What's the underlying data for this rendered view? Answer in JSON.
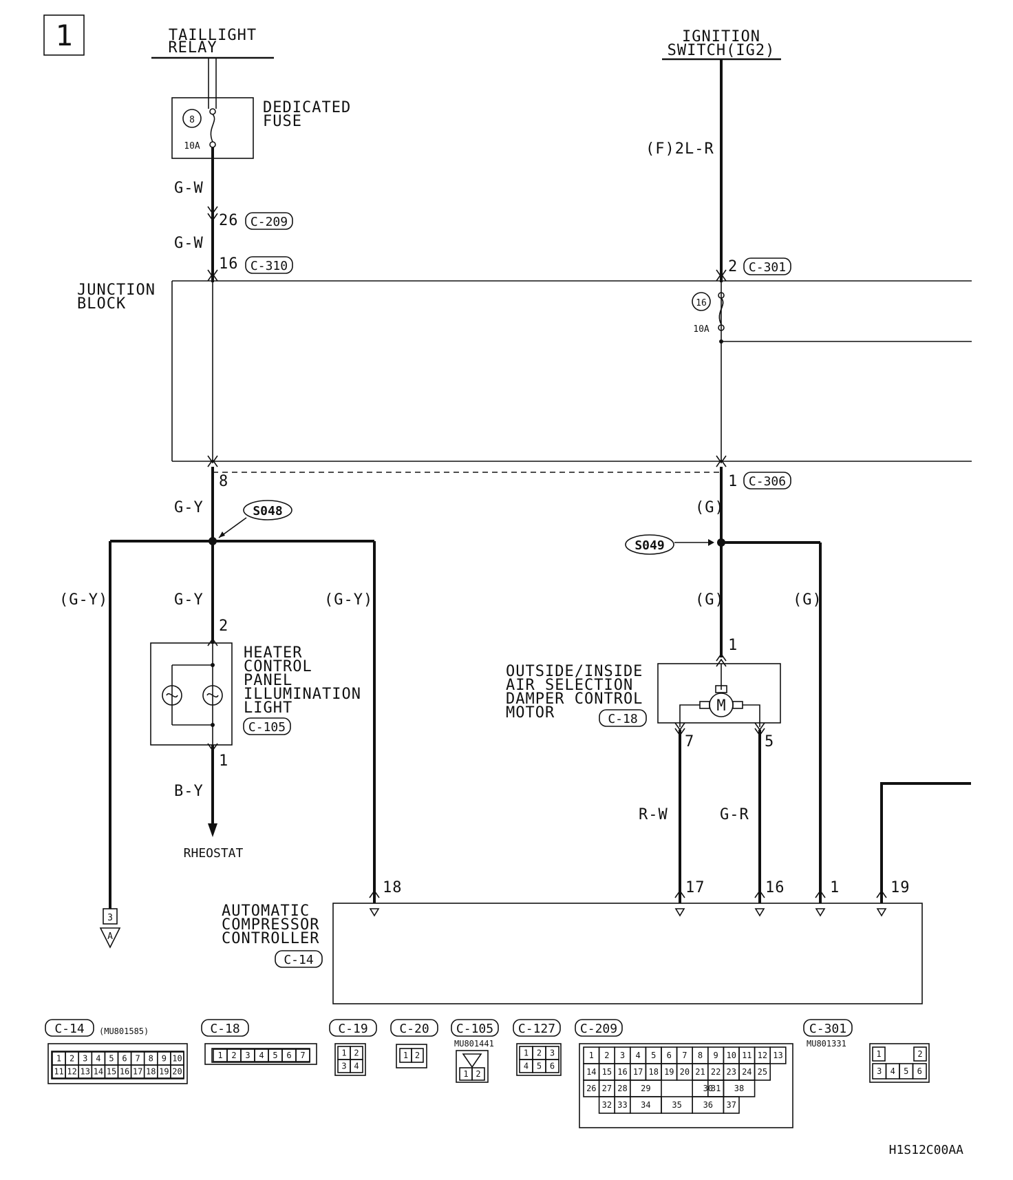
{
  "page_number": "1",
  "sources": {
    "taillight_relay": [
      "TAILLIGHT",
      "RELAY"
    ],
    "ignition_switch": [
      "IGNITION",
      "SWITCH(IG2)"
    ]
  },
  "dedicated_fuse": {
    "title": [
      "DEDICATED",
      "FUSE"
    ],
    "number": "8",
    "rating": "10A"
  },
  "junction_fuse": {
    "number": "16",
    "rating": "10A"
  },
  "junction_block": [
    "JUNCTION",
    "BLOCK"
  ],
  "wires": {
    "g_w_1": "G-W",
    "g_w_2": "G-W",
    "f_2l_r": "(F)2L-R",
    "g_y_main": "G-Y",
    "g_y_left": "(G-Y)",
    "g_y_mid": "G-Y",
    "g_y_right": "(G-Y)",
    "g_1": "(G)",
    "g_2": "(G)",
    "g_3": "(G)",
    "b_y": "B-Y",
    "r_w": "R-W",
    "g_r": "G-R"
  },
  "pins": {
    "p26": "26",
    "p16": "16",
    "p2_ign": "2",
    "p8": "8",
    "p1_306": "1",
    "p2_heater": "2",
    "p1_heater": "1",
    "p1_motor": "1",
    "p7": "7",
    "p5": "5",
    "p18": "18",
    "p17": "17",
    "p16b": "16",
    "p1b": "1",
    "p19": "19"
  },
  "connectors": {
    "c209": "C-209",
    "c310": "C-310",
    "c301": "C-301",
    "c306": "C-306",
    "c105": "C-105",
    "c18": "C-18",
    "c14": "C-14"
  },
  "splices": {
    "s048": "S048",
    "s049": "S049"
  },
  "heater": [
    "HEATER",
    "CONTROL",
    "PANEL",
    "ILLUMINATION",
    "LIGHT"
  ],
  "rheostat": "RHEOSTAT",
  "motor": {
    "title": [
      "OUTSIDE/INSIDE",
      "AIR SELECTION",
      "DAMPER CONTROL",
      "MOTOR"
    ],
    "symbol": "M"
  },
  "controller": [
    "AUTOMATIC",
    "COMPRESSOR",
    "CONTROLLER"
  ],
  "off_page": {
    "box": "3",
    "arrow": "A"
  },
  "legend": {
    "c14": {
      "label": "C-14",
      "part": "(MU801585)",
      "row1": [
        "1",
        "2",
        "3",
        "4",
        "5",
        "6",
        "7",
        "8",
        "9",
        "10"
      ],
      "row2": [
        "11",
        "12",
        "13",
        "14",
        "15",
        "16",
        "17",
        "18",
        "19",
        "20"
      ]
    },
    "c18": {
      "label": "C-18",
      "pins": [
        "1",
        "2",
        "3",
        "4",
        "5",
        "6",
        "7"
      ]
    },
    "c19": {
      "label": "C-19",
      "pins": [
        "1",
        "2",
        "3",
        "4"
      ]
    },
    "c20": {
      "label": "C-20",
      "pins": [
        "1",
        "2"
      ]
    },
    "c105": {
      "label": "C-105",
      "part": "MU801441",
      "pins": [
        "1",
        "2"
      ]
    },
    "c127": {
      "label": "C-127",
      "pins": [
        "1",
        "2",
        "3",
        "4",
        "5",
        "6"
      ]
    },
    "c209": {
      "label": "C-209",
      "row1": [
        "1",
        "2",
        "3",
        "4",
        "5",
        "6",
        "7",
        "8",
        "9",
        "10",
        "11",
        "12",
        "13"
      ],
      "row2": [
        "14",
        "15",
        "16",
        "17",
        "18",
        "19",
        "20",
        "21",
        "22",
        "23",
        "24",
        "25"
      ],
      "row3": [
        "26",
        "27",
        "28",
        "29",
        "30",
        "31",
        "38"
      ],
      "row4": [
        "32",
        "33",
        "34",
        "35",
        "36",
        "37"
      ]
    },
    "c301": {
      "label": "C-301",
      "part": "MU801331",
      "pins": [
        "1",
        "2",
        "3",
        "4",
        "5",
        "6"
      ]
    }
  },
  "diagram_code": "H1S12C00AA"
}
